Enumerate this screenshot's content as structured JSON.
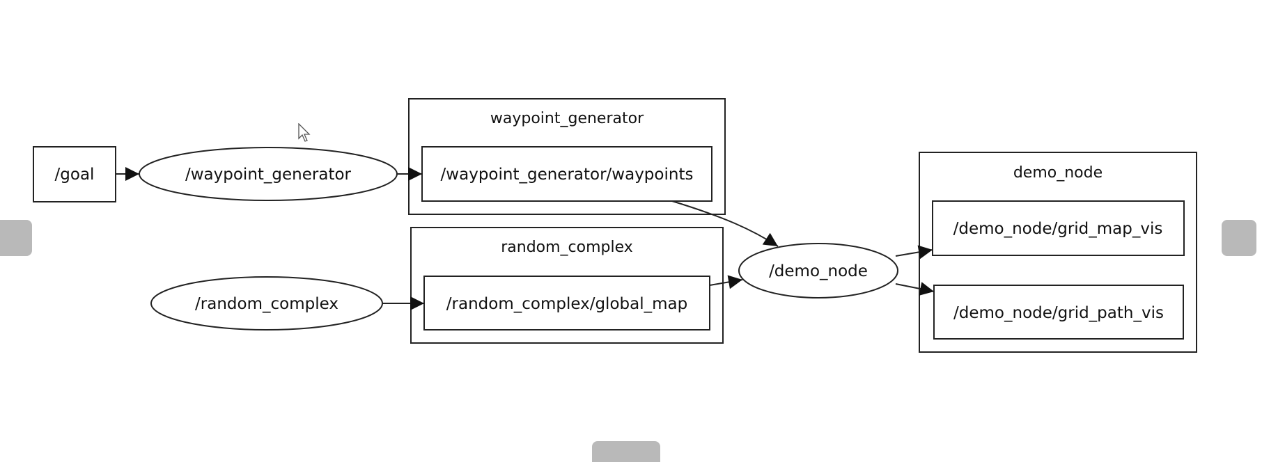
{
  "namespaces": {
    "waypoint_generator": "waypoint_generator",
    "random_complex": "random_complex",
    "demo_node": "demo_node"
  },
  "topics": {
    "goal": "/goal",
    "waypoints": "/waypoint_generator/waypoints",
    "global_map": "/random_complex/global_map",
    "grid_map_vis": "/demo_node/grid_map_vis",
    "grid_path_vis": "/demo_node/grid_path_vis"
  },
  "nodes": {
    "waypoint_generator": "/waypoint_generator",
    "random_complex": "/random_complex",
    "demo_node": "/demo_node"
  }
}
